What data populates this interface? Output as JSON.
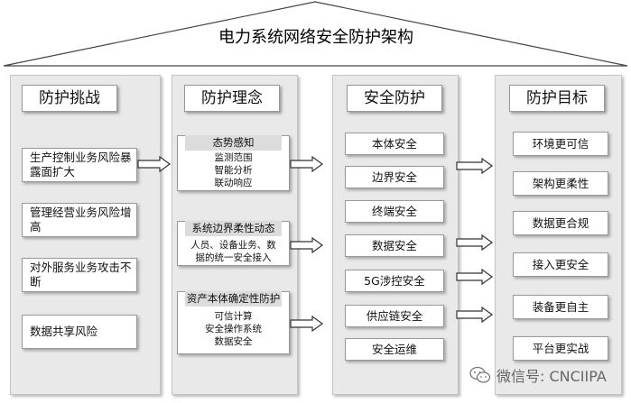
{
  "title": "电力系统网络安全防护架构",
  "columns": [
    {
      "heading": "防护挑战",
      "items": [
        "生产控制业务风险暴露面扩大",
        "管理经营业务风险增高",
        "对外服务业务攻击不断",
        "数据共享风险"
      ]
    },
    {
      "heading": "防护理念",
      "groups": [
        {
          "title": "态势感知",
          "lines": [
            "监测范围",
            "智能分析",
            "联动响应"
          ]
        },
        {
          "title": "系统边界柔性动态",
          "lines": [
            "人员、设备业务、数",
            "据的统一安全接入"
          ]
        },
        {
          "title": "资产本体确定性防护",
          "lines": [
            "可信计算",
            "安全操作系统",
            "数据安全"
          ]
        }
      ]
    },
    {
      "heading": "安全防护",
      "items": [
        "本体安全",
        "边界安全",
        "终端安全",
        "数据安全",
        "5G涉控安全",
        "供应链安全",
        "安全运维"
      ]
    },
    {
      "heading": "防护目标",
      "items": [
        "环境更可信",
        "架构更柔性",
        "数据更合规",
        "接入更安全",
        "装备更自主",
        "平台更实战"
      ]
    }
  ],
  "watermark": {
    "text": "微信号: CNCIIPA",
    "icon": "wechat-icon"
  }
}
